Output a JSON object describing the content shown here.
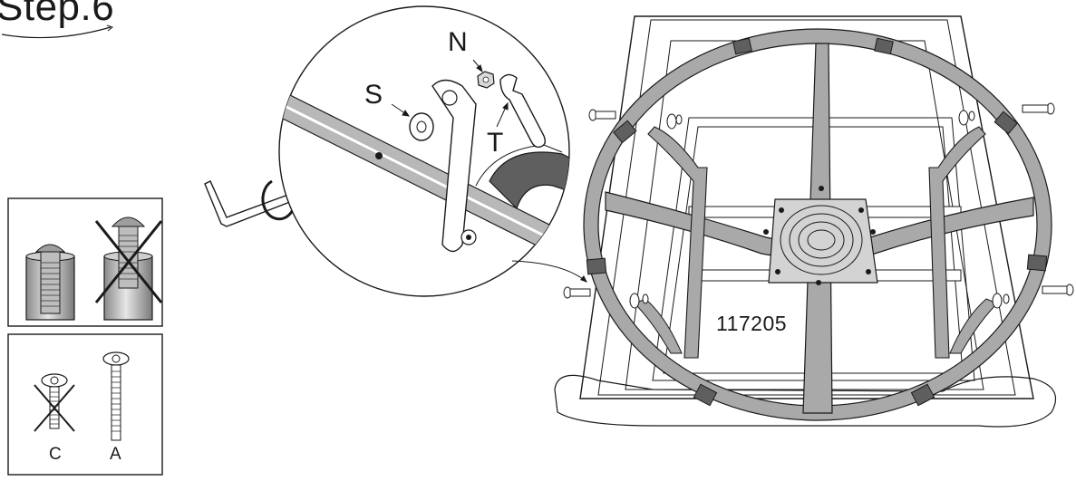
{
  "header": {
    "step_title": "Step.6"
  },
  "callouts": {
    "nut": "N",
    "spacer": "S",
    "wrench": "T"
  },
  "part_number": "117205",
  "bolt_length_legend": {
    "wrong_label": "C",
    "right_label": "A"
  },
  "colors": {
    "line": "#1a1a1a",
    "frame_fill": "#a9a9a9",
    "frame_light": "#d3d3d3",
    "pad": "#5f5f5f",
    "background": "#ffffff"
  },
  "icons": [
    "hex-key-icon",
    "rotation-arrow-icon",
    "bolt-icon",
    "nut-icon",
    "wrench-icon",
    "washer-icon",
    "cross-icon"
  ]
}
